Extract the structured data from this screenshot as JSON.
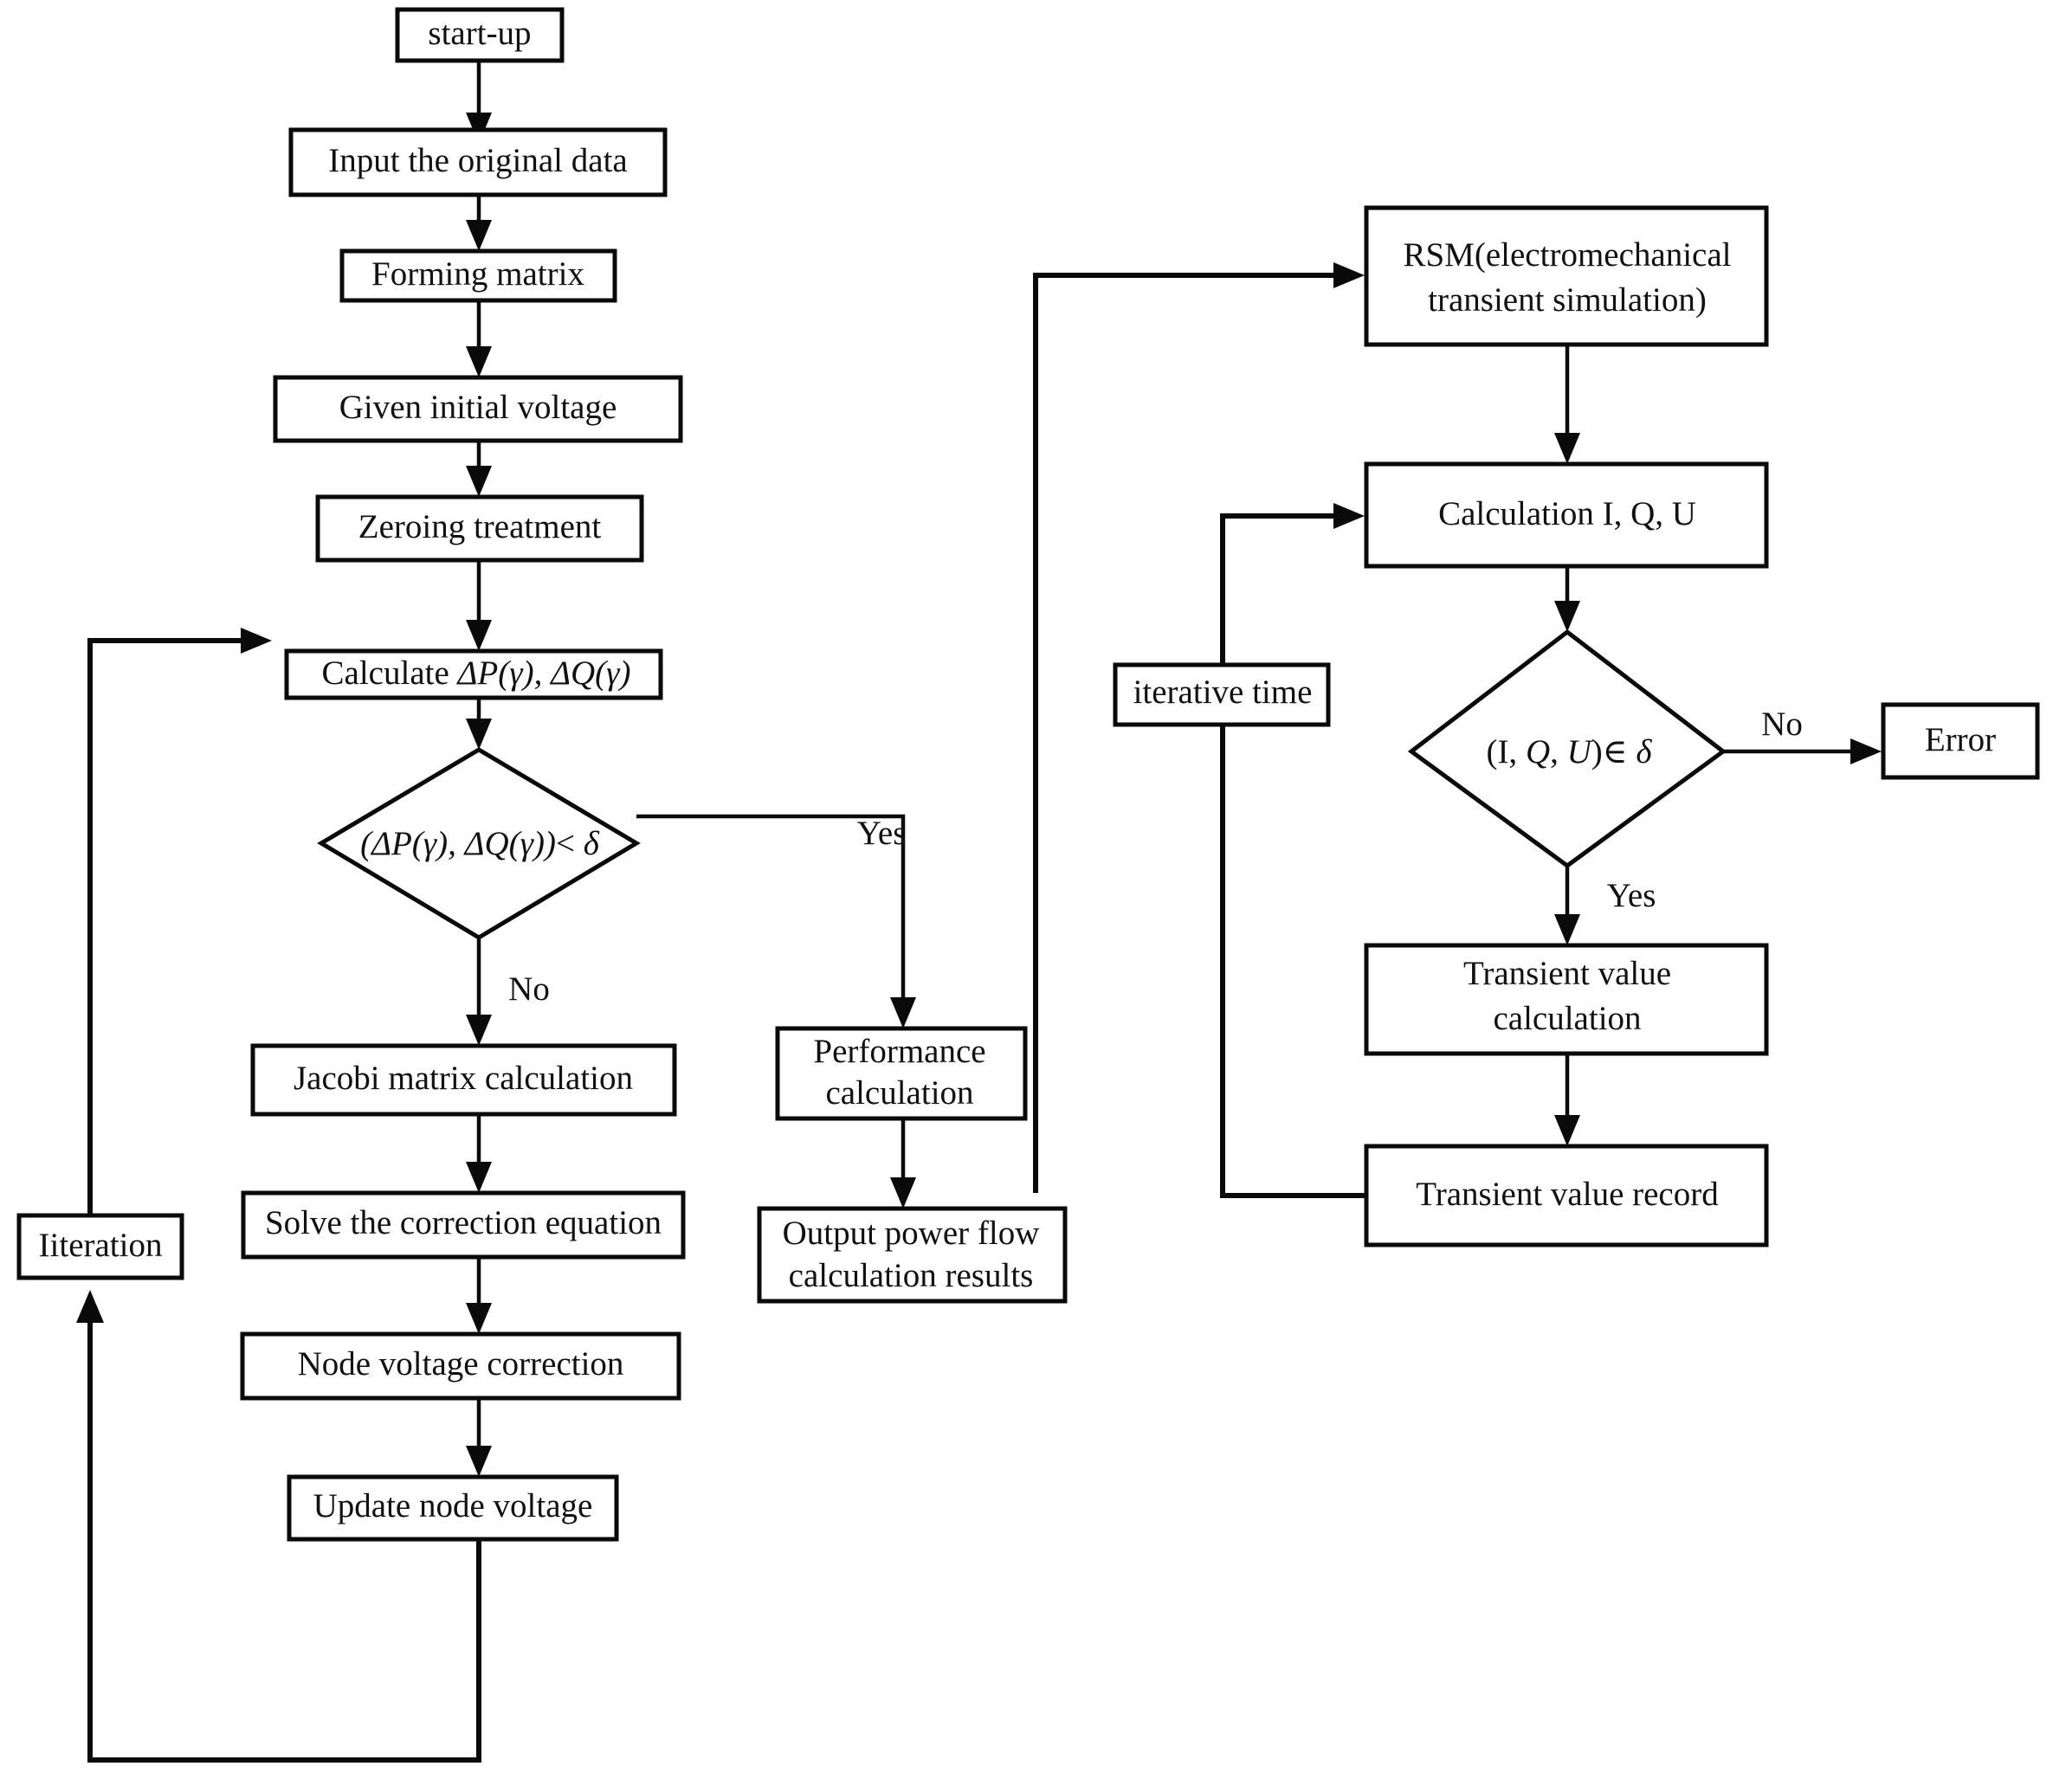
{
  "diagram": {
    "title": "Power flow calculation and electromechanical transient simulation flowchart",
    "type": "flowchart",
    "background_color": "#ffffff",
    "line_color": "#0a0a0a",
    "text_color": "#111111"
  },
  "nodes": {
    "start_up": {
      "label": "start-up",
      "shape": "rect"
    },
    "input_original_data": {
      "label": "Input the original data",
      "shape": "rect"
    },
    "forming_matrix": {
      "label": "Forming matrix",
      "shape": "rect"
    },
    "given_initial_voltage": {
      "label": "Given initial voltage",
      "shape": "rect"
    },
    "zeroing_treatment": {
      "label": "Zeroing treatment",
      "shape": "rect"
    },
    "calculate_dp_dq": {
      "label": "Calculate ΔP(γ), ΔQ(γ)",
      "shape": "rect",
      "parts": [
        "Calculate ",
        "ΔP(γ), ΔQ(γ)"
      ]
    },
    "decision_dp_dq": {
      "label": "(ΔP(γ), ΔQ(γ))<  δ",
      "shape": "diamond",
      "parts": [
        "(ΔP(γ), ΔQ(γ))",
        "<  ",
        "δ"
      ]
    },
    "jacobi_matrix_calculation": {
      "label": "Jacobi matrix calculation",
      "shape": "rect"
    },
    "solve_correction_equation": {
      "label": "Solve the correction equation",
      "shape": "rect"
    },
    "node_voltage_correction": {
      "label": "Node voltage correction",
      "shape": "rect"
    },
    "update_node_voltage": {
      "label": "Update node voltage",
      "shape": "rect"
    },
    "iteration": {
      "label": "Iiteration",
      "shape": "rect"
    },
    "performance_calculation": {
      "label": "Performance calculation",
      "shape": "rect",
      "lines": [
        "Performance",
        "calculation"
      ]
    },
    "output_power_flow": {
      "label": "Output power flow calculation results",
      "shape": "rect",
      "lines": [
        "Output power flow",
        "calculation results"
      ]
    },
    "rsm": {
      "label": "RSM(electromechanical transient simulation)",
      "shape": "rect",
      "lines": [
        "RSM(electromechanical",
        "transient simulation)"
      ]
    },
    "calculation_iqu": {
      "label": "Calculation I, Q, U",
      "shape": "rect"
    },
    "decision_iqu": {
      "label": "(I, Q, U)∈ δ",
      "shape": "diamond",
      "parts": [
        "(I, ",
        "Q",
        ", ",
        "U",
        ")∈ ",
        "δ"
      ]
    },
    "iterative_time": {
      "label": "iterative time",
      "shape": "rect"
    },
    "error": {
      "label": "Error",
      "shape": "rect"
    },
    "transient_value_calculation": {
      "label": "Transient value calculation",
      "shape": "rect",
      "lines": [
        "Transient value",
        "calculation"
      ]
    },
    "transient_value_record": {
      "label": "Transient value record",
      "shape": "rect"
    }
  },
  "edge_labels": {
    "yes_left": "Yes",
    "no_left": "No",
    "no_right": "No",
    "yes_right": "Yes"
  }
}
